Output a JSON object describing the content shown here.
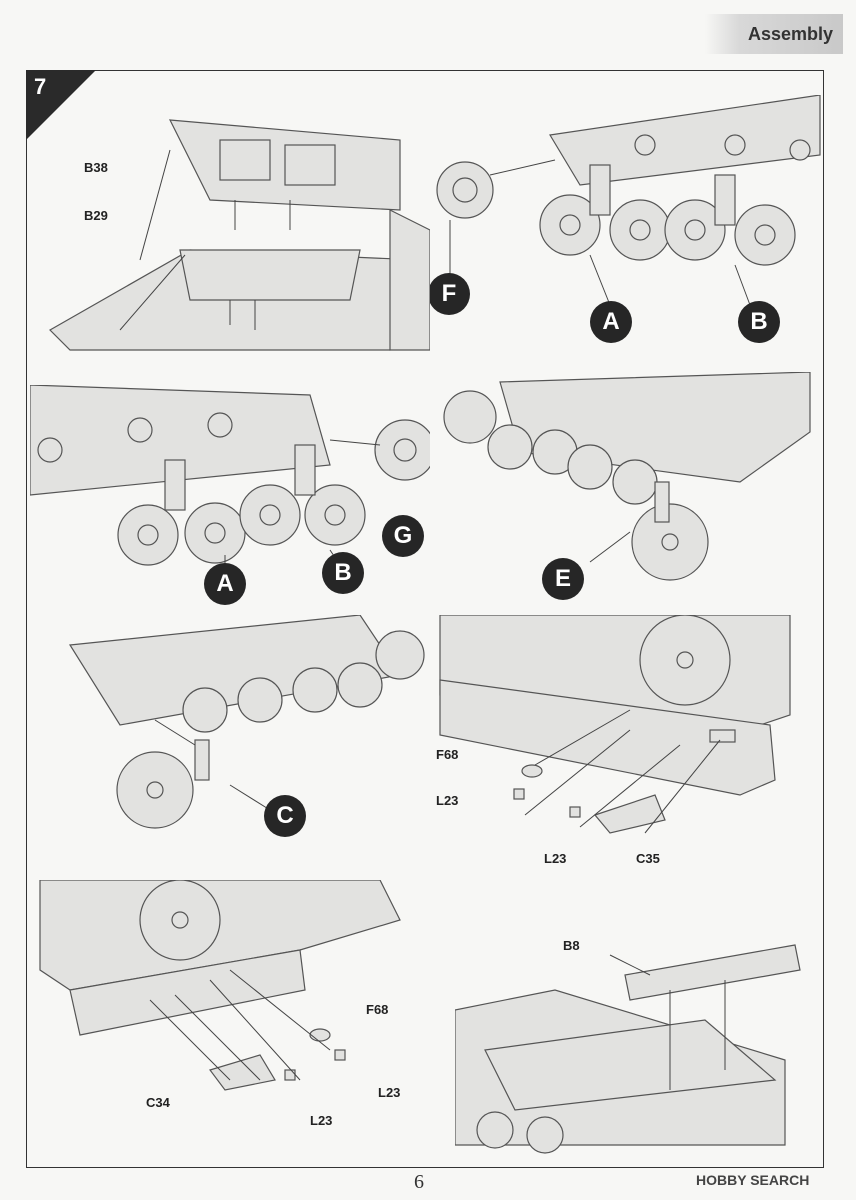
{
  "header": {
    "section": "Assembly"
  },
  "step": {
    "number": "7"
  },
  "labels": {
    "b38": "B38",
    "b29": "B29",
    "f68_a": "F68",
    "l23_a": "L23",
    "l23_b": "L23",
    "c35": "C35",
    "f68_b": "F68",
    "l23_c": "L23",
    "l23_d": "L23",
    "c34": "C34",
    "b8": "B8"
  },
  "callouts": {
    "a1": "A",
    "b1": "B",
    "f": "F",
    "a2": "A",
    "b2": "B",
    "g": "G",
    "e": "E",
    "c": "C"
  },
  "footer": {
    "page": "6",
    "watermark": "HOBBY SEARCH"
  },
  "colors": {
    "part_fill": "#e2e2e0",
    "part_stroke": "#555555",
    "callout_bg": "#262626"
  }
}
